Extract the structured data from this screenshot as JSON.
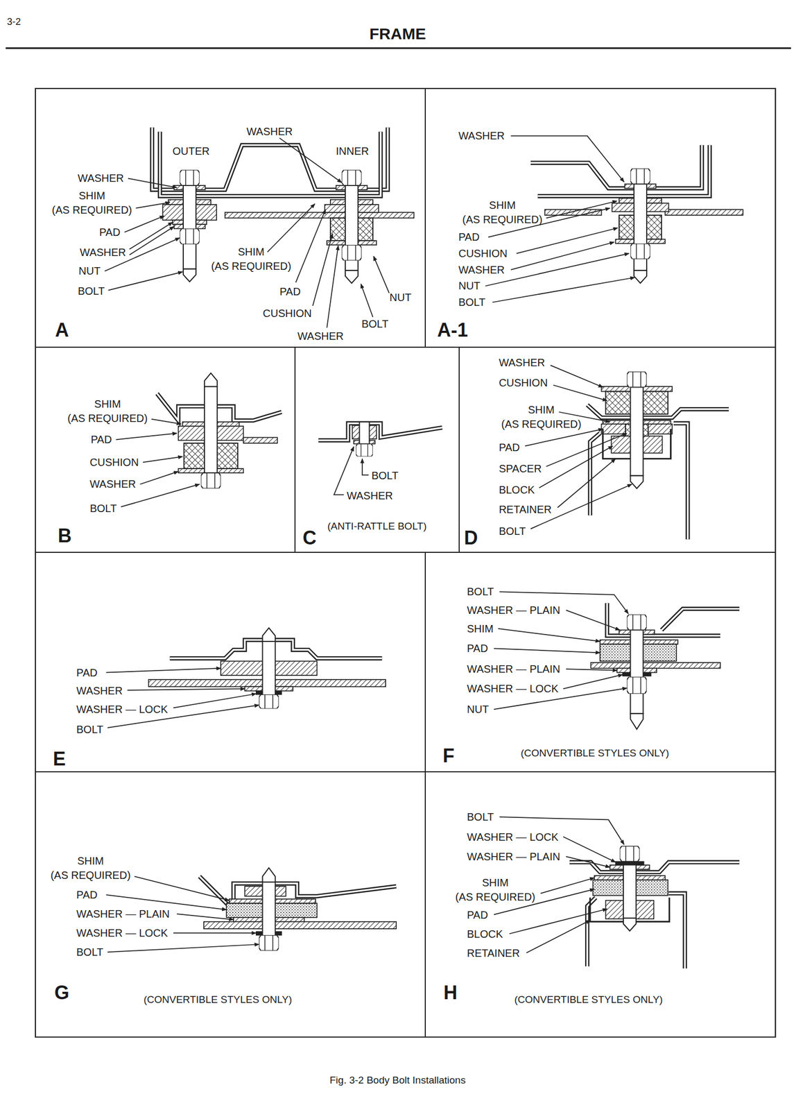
{
  "diagram": {
    "title": "FRAME",
    "caption": "Fig. 3-2 Body Bolt Installations",
    "nodes": [
      {
        "text": [
          "A"
        ]
      },
      {
        "text": [
          "A-1"
        ]
      },
      {
        "text": [
          "B"
        ]
      },
      {
        "text": [
          "C",
          "(ANTI-RATTLE BOLT)"
        ]
      },
      {
        "text": [
          "D"
        ]
      },
      {
        "text": [
          "E"
        ]
      },
      {
        "text": [
          "F",
          "(CONVERTIBLE STYLES ONLY)"
        ]
      },
      {
        "text": [
          "G",
          "(CONVERTIBLE STYLES ONLY)"
        ]
      },
      {
        "text": [
          "H",
          "(CONVERTIBLE STYLES ONLY)"
        ]
      }
    ],
    "labels": [
      "3-2",
      "WASHER",
      "OUTER",
      "INNER",
      "WASHER",
      "SHIM (AS REQUIRED)",
      "PAD",
      "WASHER",
      "NUT",
      "BOLT",
      "SHIM (AS REQUIRED)",
      "PAD",
      "NUT",
      "CUSHION",
      "BOLT",
      "WASHER",
      "WASHER",
      "SHIM (AS REQUIRED)",
      "PAD",
      "CUSHION",
      "WASHER",
      "NUT",
      "BOLT",
      "SHIM (AS REQUIRED)",
      "PAD",
      "CUSHION",
      "WASHER",
      "BOLT",
      "BOLT",
      "WASHER",
      "WASHER",
      "CUSHION",
      "SHIM (AS REQUIRED)",
      "PAD",
      "SPACER",
      "BLOCK",
      "RETAINER",
      "BOLT",
      "PAD",
      "WASHER",
      "WASHER — LOCK",
      "BOLT",
      "BOLT",
      "WASHER — PLAIN",
      "SHIM",
      "PAD",
      "WASHER — PLAIN",
      "WASHER — LOCK",
      "NUT",
      "SHIM (AS REQUIRED)",
      "PAD",
      "WASHER — PLAIN",
      "WASHER — LOCK",
      "BOLT",
      "BOLT",
      "WASHER — LOCK",
      "WASHER — PLAIN",
      "SHIM (AS REQUIRED)",
      "PAD",
      "BLOCK",
      "RETAINER"
    ]
  }
}
